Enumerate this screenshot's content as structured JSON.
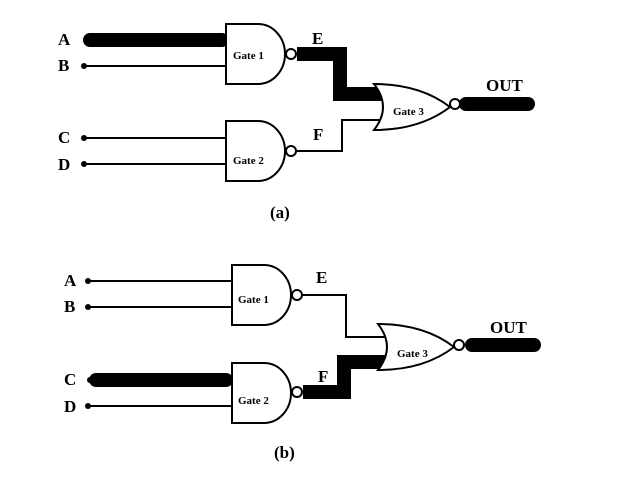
{
  "diagram_a": {
    "caption": "(a)",
    "inputs": {
      "a": "A",
      "b": "B",
      "c": "C",
      "d": "D"
    },
    "gate1": "Gate 1",
    "gate2": "Gate 2",
    "gate3": "Gate 3",
    "e": "E",
    "f": "F",
    "out": "OUT"
  },
  "diagram_b": {
    "caption": "(b)",
    "inputs": {
      "a": "A",
      "b": "B",
      "c": "C",
      "d": "D"
    },
    "gate1": "Gate 1",
    "gate2": "Gate 2",
    "gate3": "Gate 3",
    "e": "E",
    "f": "F",
    "out": "OUT"
  }
}
